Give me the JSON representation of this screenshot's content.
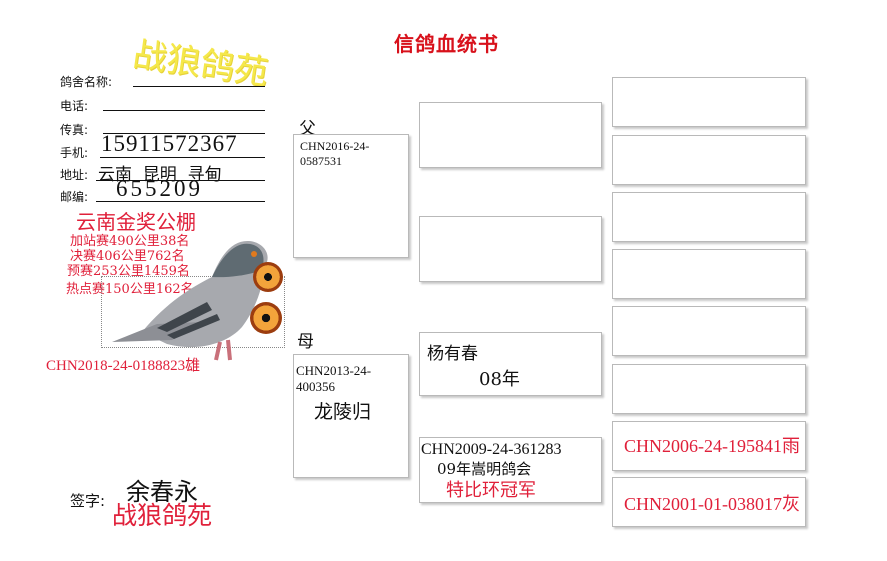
{
  "header": {
    "title": "信鸽血统书",
    "logo_text": "战狼鸽苑"
  },
  "owner": {
    "loft_name_label": "鸽舍名称:",
    "phone_label": "电话:",
    "fax_label": "传真:",
    "mobile_label": "手机:",
    "mobile_value": "15911572367",
    "address_label": "地址:",
    "address_value": "云南  昆明  寻甸",
    "postcode_label": "邮编:",
    "postcode_value": "655209"
  },
  "main_bird": {
    "loft": "云南金奖公棚",
    "results": [
      "加站赛490公里38名",
      "决赛406公里762名",
      "预赛253公里1459名",
      "热点赛150公里162名"
    ],
    "ring": "CHN2018-24-0188823雄"
  },
  "sire": {
    "label": "父",
    "ring": "CHN2016-24-0587531"
  },
  "dam": {
    "label": "母",
    "ring": "CHN2013-24-400356",
    "name": "龙陵归"
  },
  "dam_sire": {
    "name": "杨有春",
    "note": "08年"
  },
  "dam_dam": {
    "ring": "CHN2009-24-361283",
    "note": "09年嵩明鸽会",
    "award": "特比环冠军"
  },
  "gen3": {
    "dam_dam_sire": "CHN2006-24-195841雨",
    "dam_dam_dam": "CHN2001-01-038017灰"
  },
  "signature": {
    "label": "签字:",
    "name": "余春永",
    "stamp": "战狼鸽苑"
  },
  "colors": {
    "accent_red": "#d8111b",
    "logo_yellow": "#f5e84a"
  }
}
